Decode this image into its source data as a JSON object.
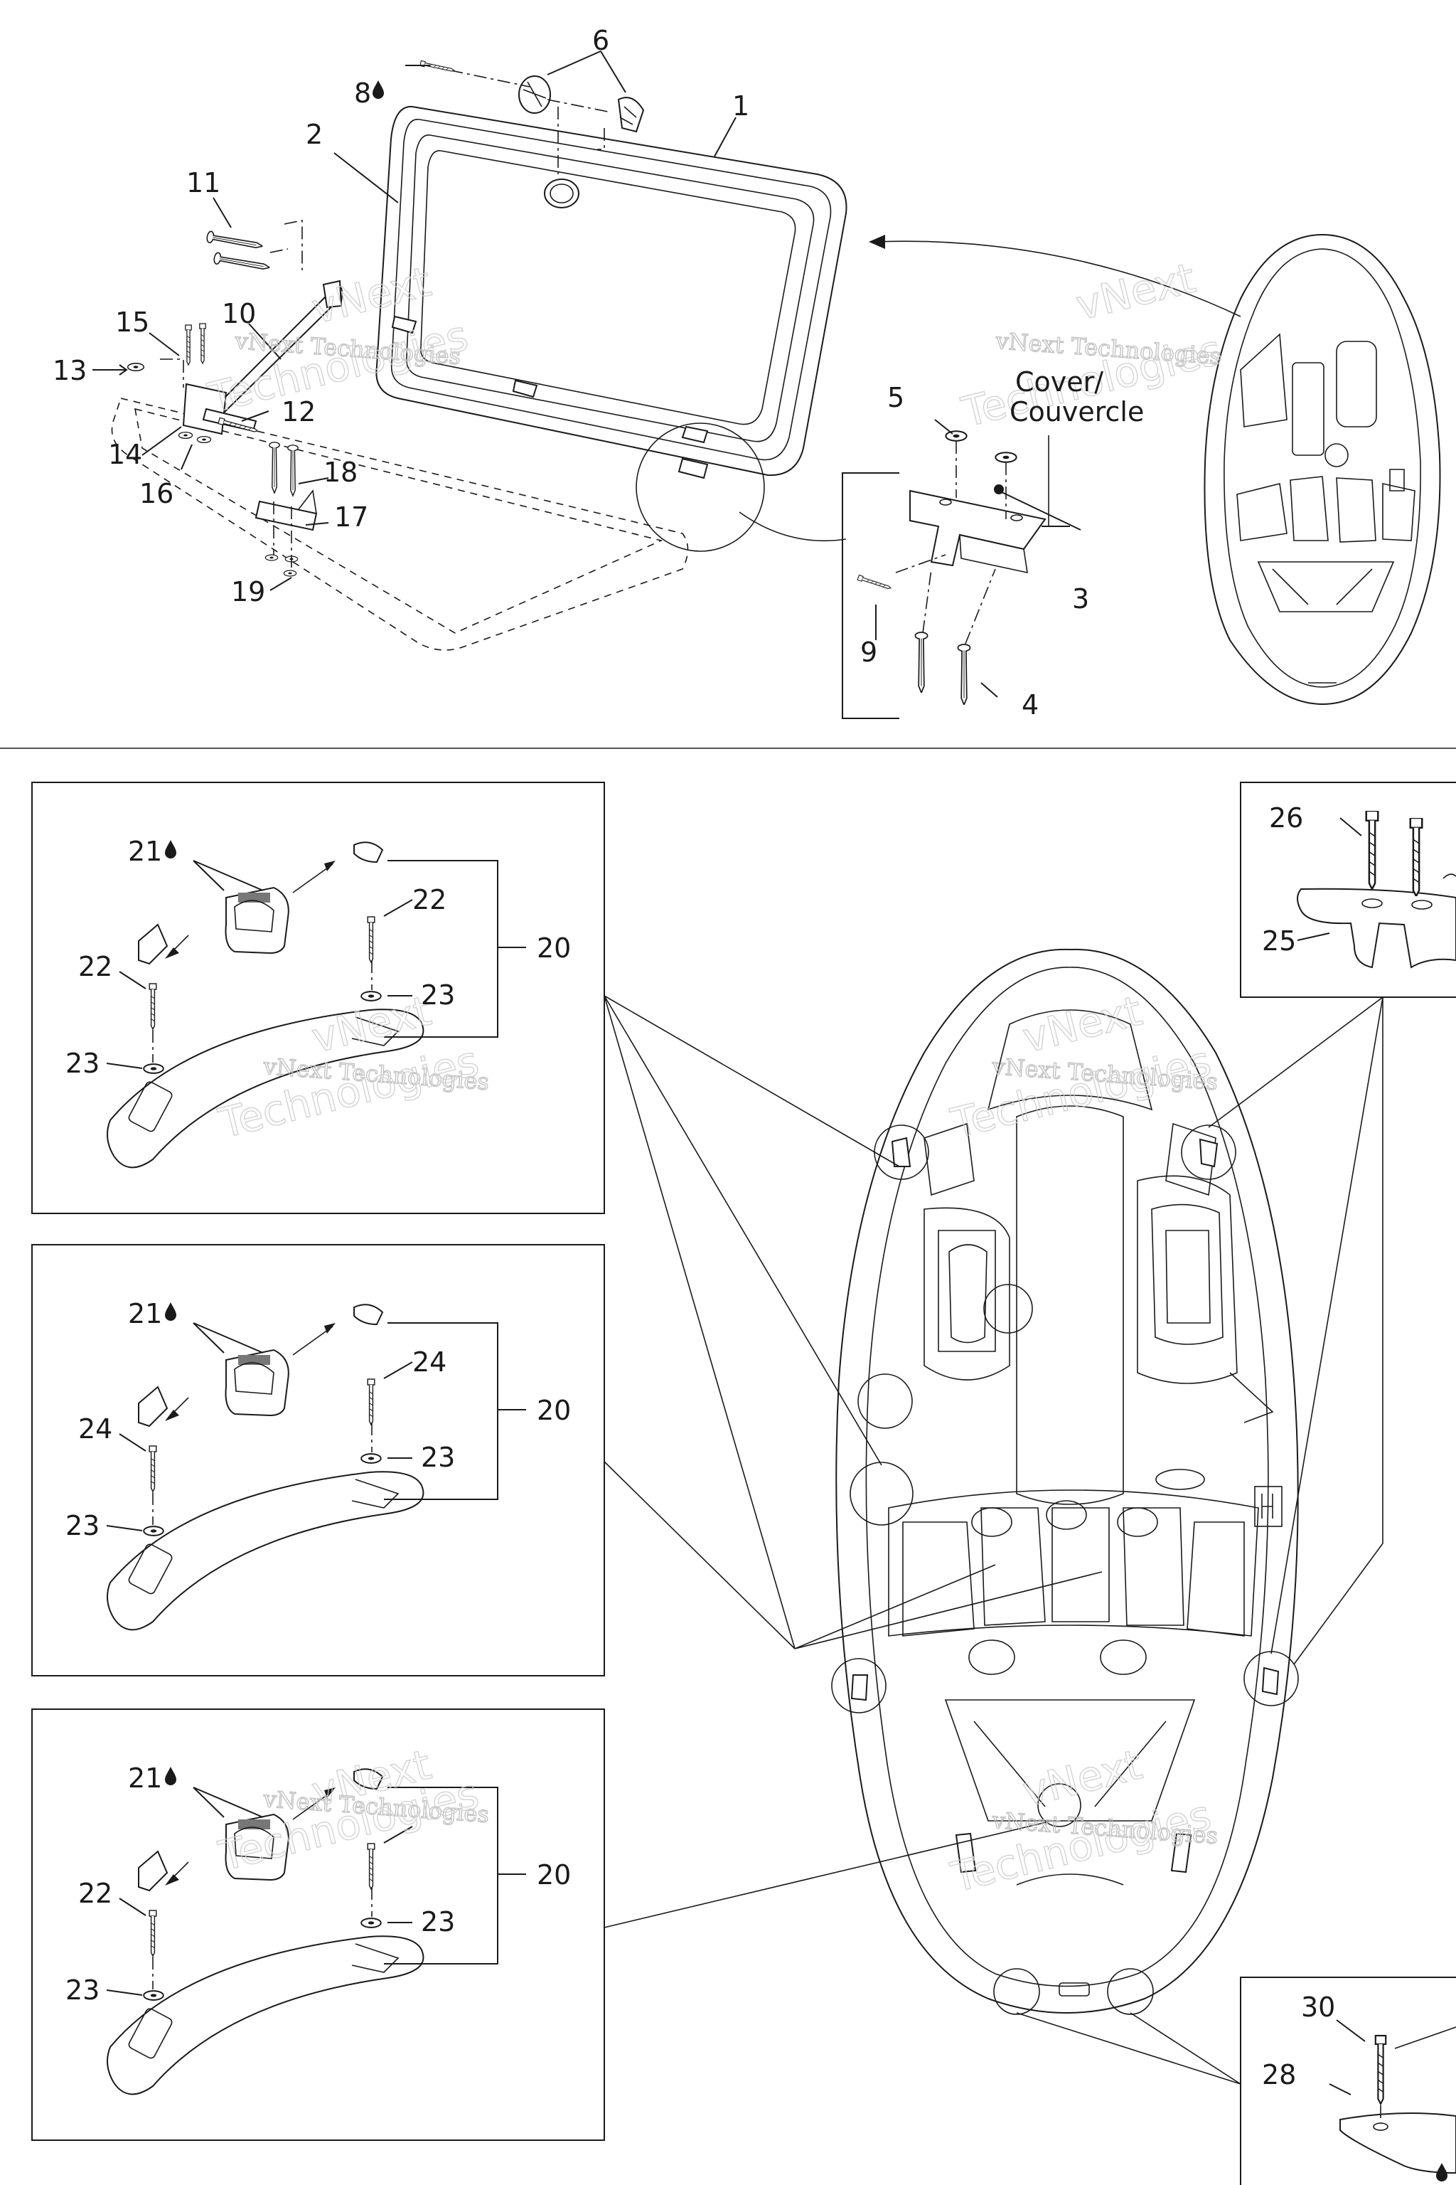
{
  "labels": {
    "l1": "1",
    "l2": "2",
    "l3": "3",
    "l4": "4",
    "l5": "5",
    "l6": "6",
    "l8": "8",
    "l9": "9",
    "l10": "10",
    "l11": "11",
    "l12": "12",
    "l13": "13",
    "l14": "14",
    "l15": "15",
    "l16": "16",
    "l17": "17",
    "l18": "18",
    "l19": "19",
    "l20": "20",
    "l21": "21",
    "l22": "22",
    "l23": "23",
    "l24": "24",
    "l25": "25",
    "l26": "26",
    "l28": "28",
    "l30": "30"
  },
  "cover_label_line1": "Cover/",
  "cover_label_line2": "Couvercle",
  "watermark": {
    "line1": "vNext Technologies",
    "line2": "vNext",
    "line3": "Technologies"
  },
  "icons": {
    "adhesive": "drop-icon"
  }
}
